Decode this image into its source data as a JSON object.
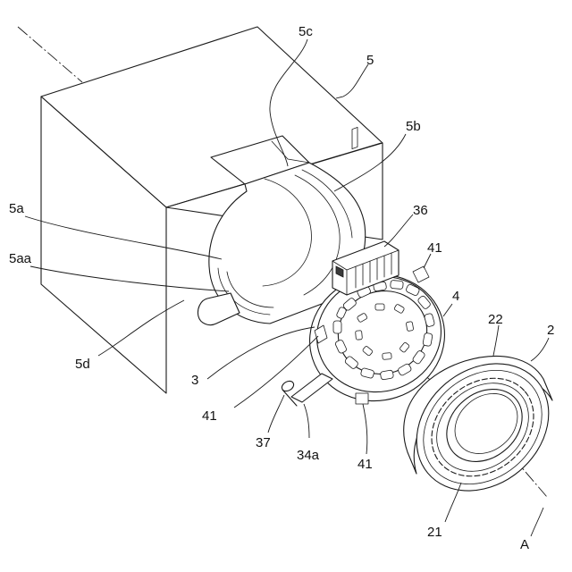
{
  "labels": {
    "housing": "5",
    "groove_top": "5c",
    "bore_edge": "5b",
    "bore": "5a",
    "bore_inner": "5aa",
    "notch": "5d",
    "connector": "36",
    "sensor_ring": "4",
    "tab_upper": "41",
    "tab_lower_left": "41",
    "tab_lower": "41",
    "holder": "3",
    "pin": "37",
    "arm": "34a",
    "bearing": "2",
    "outer_race": "22",
    "inner_race": "21",
    "axis": "A"
  }
}
